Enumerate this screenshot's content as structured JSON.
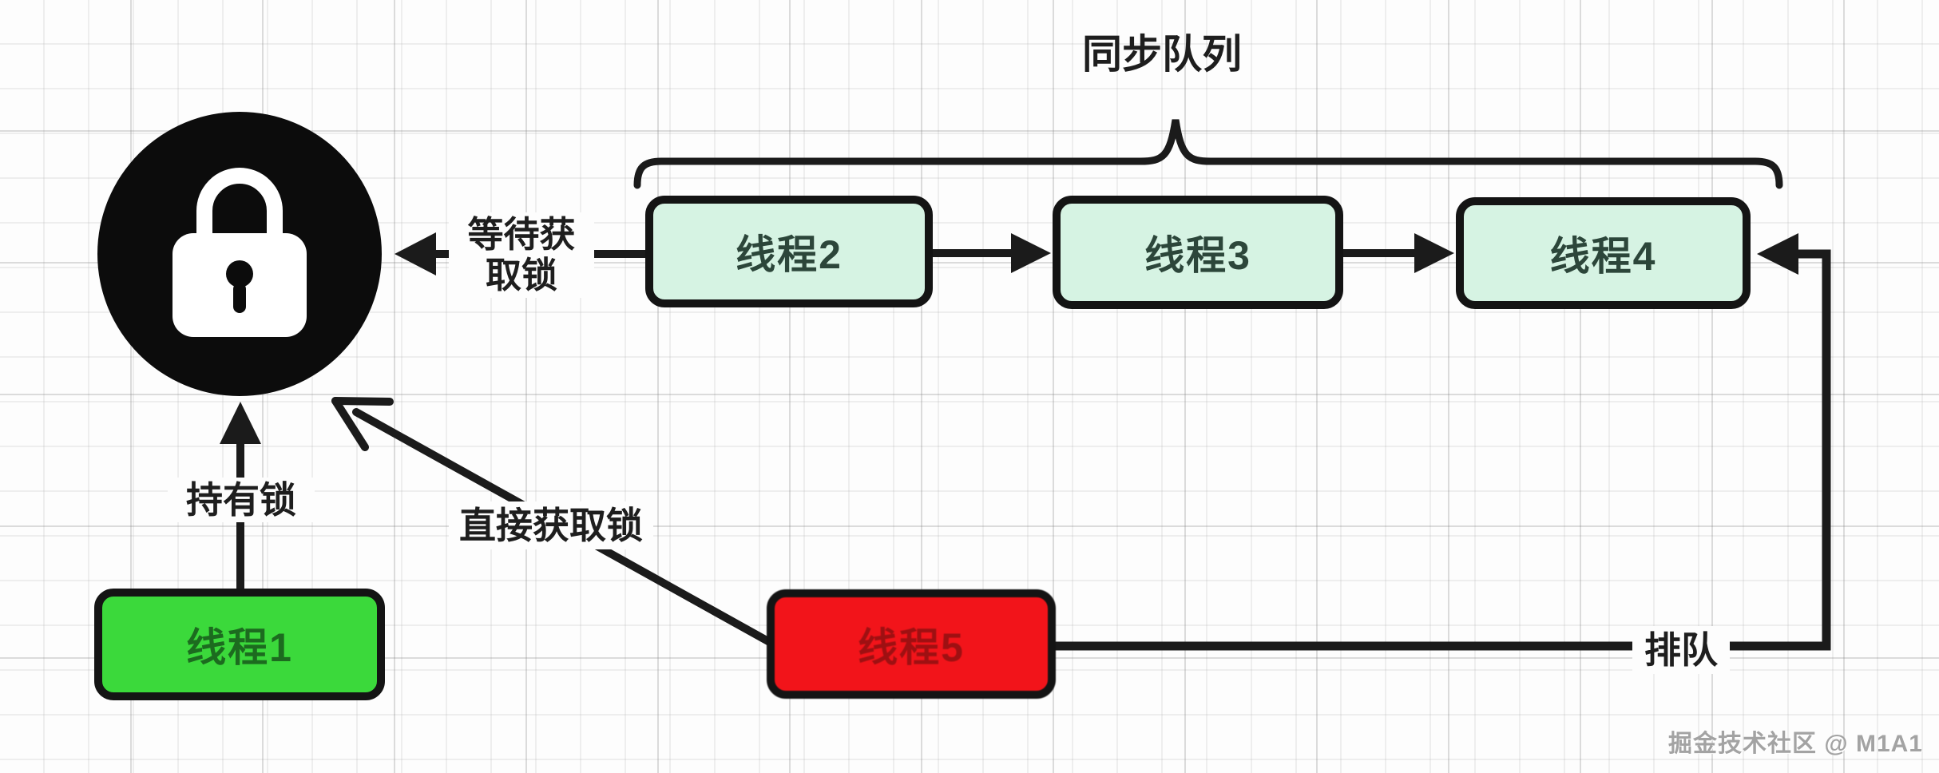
{
  "diagram": {
    "queue_title": "同步队列",
    "nodes": {
      "thread1": {
        "label": "线程1"
      },
      "thread2": {
        "label": "线程2"
      },
      "thread3": {
        "label": "线程3"
      },
      "thread4": {
        "label": "线程4"
      },
      "thread5": {
        "label": "线程5"
      }
    },
    "edge_labels": {
      "wait_acquire_line1": "等待获",
      "wait_acquire_line2": "取锁",
      "hold_lock": "持有锁",
      "direct_acquire": "直接获取锁",
      "enqueue": "排队"
    },
    "lock_icon": "padlock-icon",
    "watermark": "掘金技术社区 @ M1A1",
    "colors": {
      "queue_node_fill": "#d6f3e3",
      "queue_node_text": "#2c463a",
      "holder_node_fill": "#3bd93b",
      "holder_node_text": "#1c6b1f",
      "contender_node_fill": "#f2141a",
      "contender_node_text": "#9e1012",
      "line": "#1b1b1b",
      "lock_bg": "#0c0c0c",
      "watermark": "#a3a3a3"
    }
  }
}
